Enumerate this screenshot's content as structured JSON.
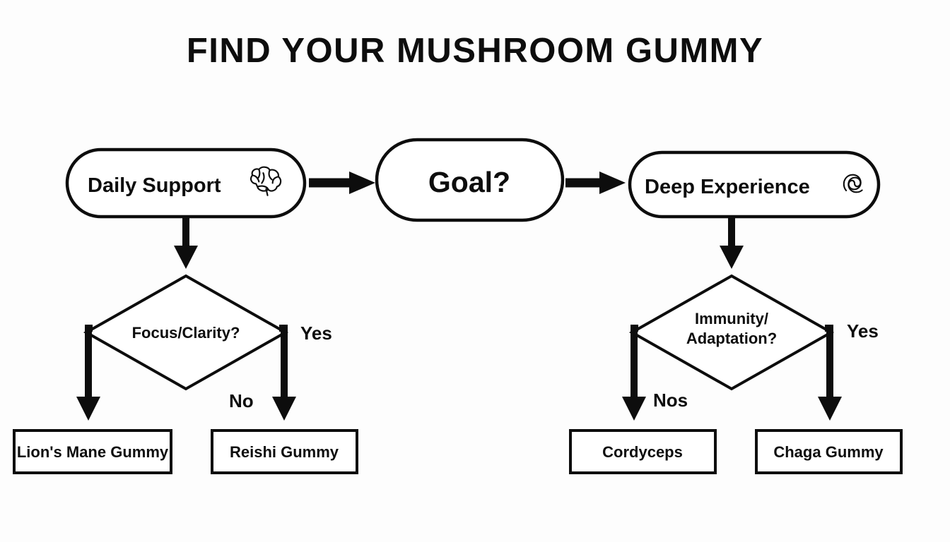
{
  "page": {
    "title": "FIND YOUR MUSHROOM GUMMY",
    "background_color": "#fdfdfd",
    "ink_color": "#0d0d0d"
  },
  "nodes": {
    "daily_support": {
      "label": "Daily Support",
      "icon": "brain-icon",
      "shape": "pill"
    },
    "goal": {
      "label": "Goal?",
      "shape": "pill"
    },
    "deep_experience": {
      "label": "Deep Experience",
      "icon": "spiral-icon",
      "shape": "pill"
    },
    "focus_decision": {
      "label": "Focus/Clarity?",
      "shape": "diamond"
    },
    "immunity_decision": {
      "label_line1": "Immunity/",
      "label_line2": "Adaptation?",
      "shape": "diamond"
    }
  },
  "outcomes": [
    {
      "label": "Lion's Mane Gummy"
    },
    {
      "label": "Reishi Gummy"
    },
    {
      "label": "Cordyceps"
    },
    {
      "label": "Chaga Gummy"
    }
  ],
  "edge_labels": {
    "focus_yes": "Yes",
    "focus_no": "No",
    "immunity_yes": "Yes",
    "immunity_no": "Nos"
  },
  "chart_data": {
    "type": "diagram",
    "title": "FIND YOUR MUSHROOM GUMMY",
    "diagram_kind": "flowchart",
    "nodes": [
      {
        "id": "daily_support",
        "text": "Daily Support",
        "shape": "pill",
        "icon": "brain"
      },
      {
        "id": "goal",
        "text": "Goal?",
        "shape": "pill"
      },
      {
        "id": "deep_experience",
        "text": "Deep Experience",
        "shape": "pill",
        "icon": "spiral"
      },
      {
        "id": "focus_decision",
        "text": "Focus/Clarity?",
        "shape": "diamond"
      },
      {
        "id": "immunity_decision",
        "text": "Immunity/ Adaptation?",
        "shape": "diamond"
      },
      {
        "id": "lions_mane",
        "text": "Lion's Mane Gummy",
        "shape": "rect"
      },
      {
        "id": "reishi",
        "text": "Reishi Gummy",
        "shape": "rect"
      },
      {
        "id": "cordyceps",
        "text": "Cordyceps",
        "shape": "rect"
      },
      {
        "id": "chaga",
        "text": "Chaga Gummy",
        "shape": "rect"
      }
    ],
    "edges": [
      {
        "from": "daily_support",
        "to": "goal",
        "label": ""
      },
      {
        "from": "goal",
        "to": "deep_experience",
        "label": ""
      },
      {
        "from": "daily_support",
        "to": "focus_decision",
        "label": ""
      },
      {
        "from": "deep_experience",
        "to": "immunity_decision",
        "label": ""
      },
      {
        "from": "focus_decision",
        "to": "lions_mane",
        "label": "No"
      },
      {
        "from": "focus_decision",
        "to": "reishi",
        "label": "Yes"
      },
      {
        "from": "immunity_decision",
        "to": "cordyceps",
        "label": "Nos"
      },
      {
        "from": "immunity_decision",
        "to": "chaga",
        "label": "Yes"
      }
    ]
  }
}
